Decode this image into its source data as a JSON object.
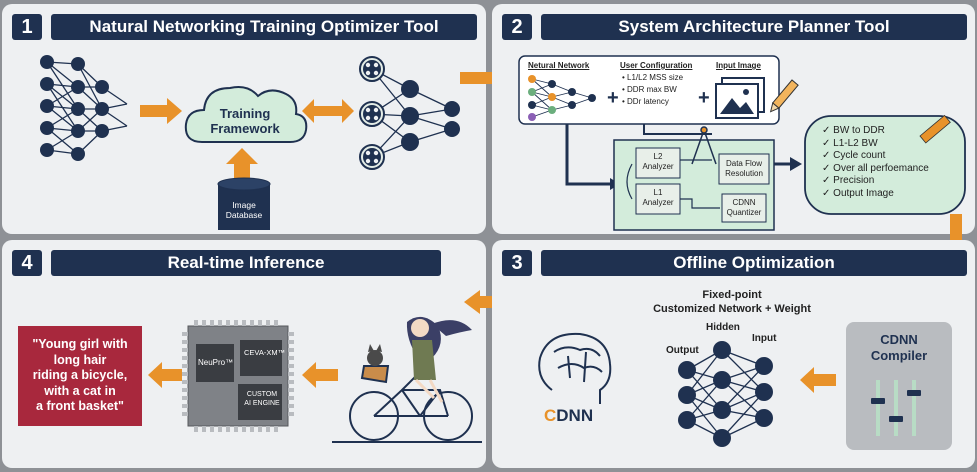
{
  "panel1": {
    "number": "1",
    "title": "Natural Networking Training Optimizer Tool",
    "cloud_label_1": "Training",
    "cloud_label_2": "Framework",
    "db_label_1": "Image",
    "db_label_2": "Database"
  },
  "panel2": {
    "number": "2",
    "title": "System Architecture Planner Tool",
    "nn_label": "Netural Network",
    "user_config_title": "User Configuration",
    "user_config_items": [
      "L1/L2 MSS size",
      "DDR max BW",
      "DDr latency"
    ],
    "input_image_label": "Input Image",
    "l2_analyzer": [
      "L2",
      "Analyzer"
    ],
    "l1_analyzer": [
      "L1",
      "Analyzer"
    ],
    "data_flow": [
      "Data Flow",
      "Resolution"
    ],
    "cdnn_quantizer": [
      "CDNN",
      "Quantizer"
    ],
    "results": [
      "BW to DDR",
      "L1-L2 BW",
      "Cycle count",
      "Over all perfoemance",
      "Precision",
      "Output Image"
    ]
  },
  "panel3": {
    "number": "3",
    "title": "Offline Optimization",
    "caption_1": "Fixed-point",
    "caption_2": "Customized Network + Weight",
    "layer_output": "Output",
    "layer_hidden": "Hidden",
    "layer_input": "Input",
    "logo_c": "C",
    "logo_rest": "DNN",
    "compiler_1": "CDNN",
    "compiler_2": "Compiler"
  },
  "panel4": {
    "number": "4",
    "title": "Real-time Inference",
    "chip_neupro": "NeuPro™",
    "chip_ceva": "CEVA-XM™",
    "chip_custom_1": "CUSTOM",
    "chip_custom_2": "AI ENGINE",
    "result_text": [
      "\"Young girl with",
      "long hair",
      "riding a bicycle,",
      "with a cat in",
      "a front basket\""
    ]
  },
  "colors": {
    "navy": "#1f3150",
    "orange": "#e8922a",
    "mint": "#d3ecdb",
    "red": "#a8283d",
    "green": "#b8dcc5"
  }
}
